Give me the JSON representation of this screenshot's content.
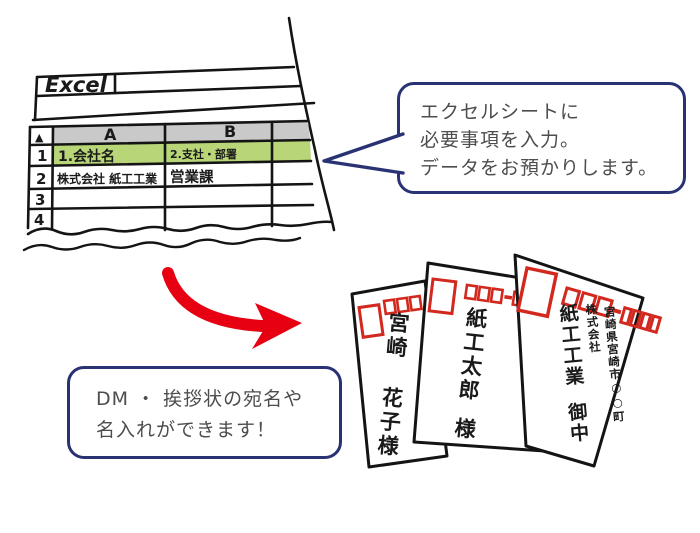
{
  "sheet": {
    "title": "Excel",
    "corner": "▲",
    "columns": [
      "A",
      "B"
    ],
    "row_numbers": [
      "1",
      "2",
      "3",
      "4"
    ],
    "rows": [
      {
        "a": "1.会社名",
        "b": "2.支社・部署"
      },
      {
        "a": "株式会社 紙工工業",
        "b": "営業課"
      },
      {
        "a": "",
        "b": ""
      },
      {
        "a": "",
        "b": ""
      }
    ]
  },
  "bubble_top": {
    "lines": [
      "エクセルシートに",
      "必要事項を入力。",
      "データをお預かりします。"
    ]
  },
  "bubble_bottom": {
    "lines": [
      "DM ・ 挨拶状の宛名や",
      "名入れができます！"
    ]
  },
  "envelopes": {
    "back": {
      "recipient": "宮崎 花子様"
    },
    "middle": {
      "recipient": "紙工太郎",
      "honorific": "様"
    },
    "front": {
      "address": "宮崎県宮崎市○○町",
      "company_prefix": "株式会社",
      "company": "紙工工業",
      "honorific": "御中"
    }
  },
  "colors": {
    "highlight_green": "#b8d677",
    "header_gray": "#c9c9c9",
    "navy_border": "#293374",
    "postal_red": "#d2281e",
    "arrow_red": "#e60012",
    "ink_black": "#1a1a1a"
  }
}
